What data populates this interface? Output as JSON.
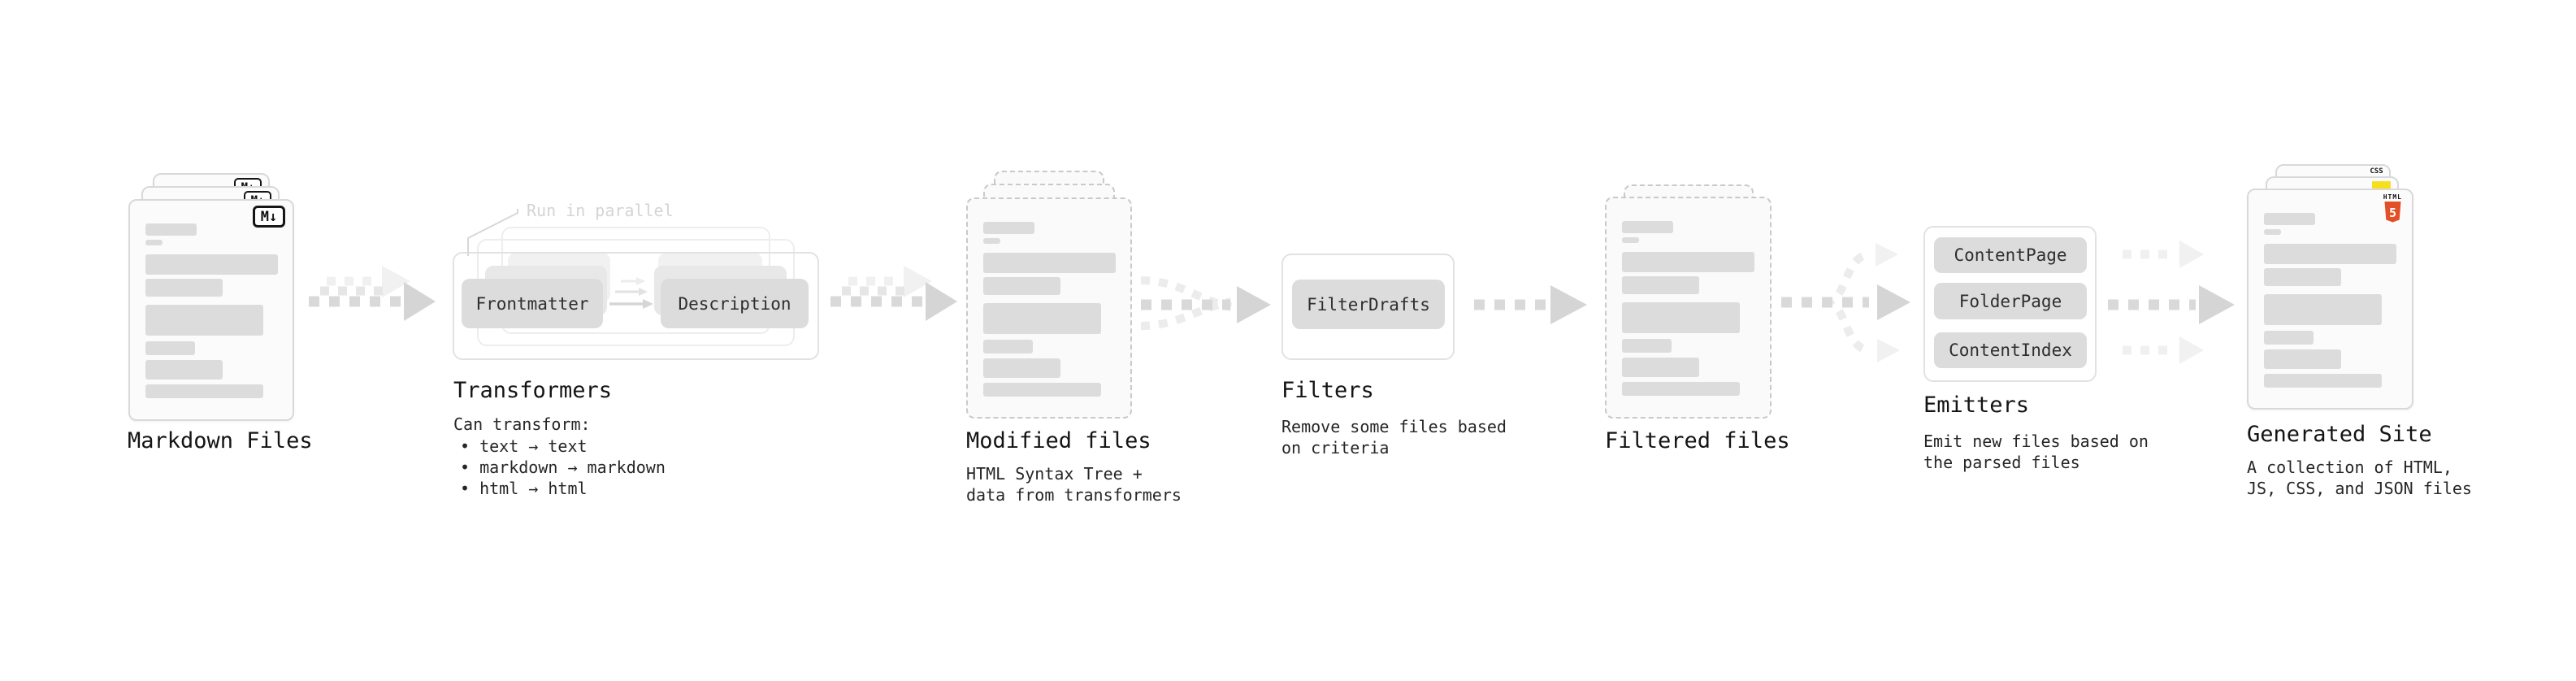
{
  "diagram": {
    "stages": {
      "markdown_files": {
        "label": "Markdown Files",
        "badge": "M↓"
      },
      "transformers": {
        "heading": "Transformers",
        "note": "Run in parallel",
        "buttons": [
          "Frontmatter",
          "Description"
        ],
        "desc_title": "Can transform:",
        "bullets": [
          "• text → text",
          "• markdown → markdown",
          "• html → html"
        ]
      },
      "modified_files": {
        "label": "Modified files",
        "desc": [
          "HTML Syntax Tree +",
          "data from transformers"
        ]
      },
      "filters": {
        "heading": "Filters",
        "buttons": [
          "FilterDrafts"
        ],
        "desc": [
          "Remove some files based",
          "on criteria"
        ]
      },
      "filtered_files": {
        "label": "Filtered files"
      },
      "emitters": {
        "heading": "Emitters",
        "buttons": [
          "ContentPage",
          "FolderPage",
          "ContentIndex"
        ],
        "desc": [
          "Emit new files based on",
          "the parsed files"
        ]
      },
      "generated_site": {
        "label": "Generated Site",
        "desc": [
          "A collection of HTML,",
          "JS, CSS, and JSON files"
        ],
        "badges": {
          "css": "CSS",
          "html_label": "HTML",
          "html_number": "5"
        }
      }
    },
    "colors": {
      "html5_orange": "#e34f26",
      "js_yellow": "#f7df1e",
      "css_blue": "#2e6ef2",
      "arrow_gray": "#d9d9d9",
      "note_gray": "#d4d4d4"
    }
  }
}
